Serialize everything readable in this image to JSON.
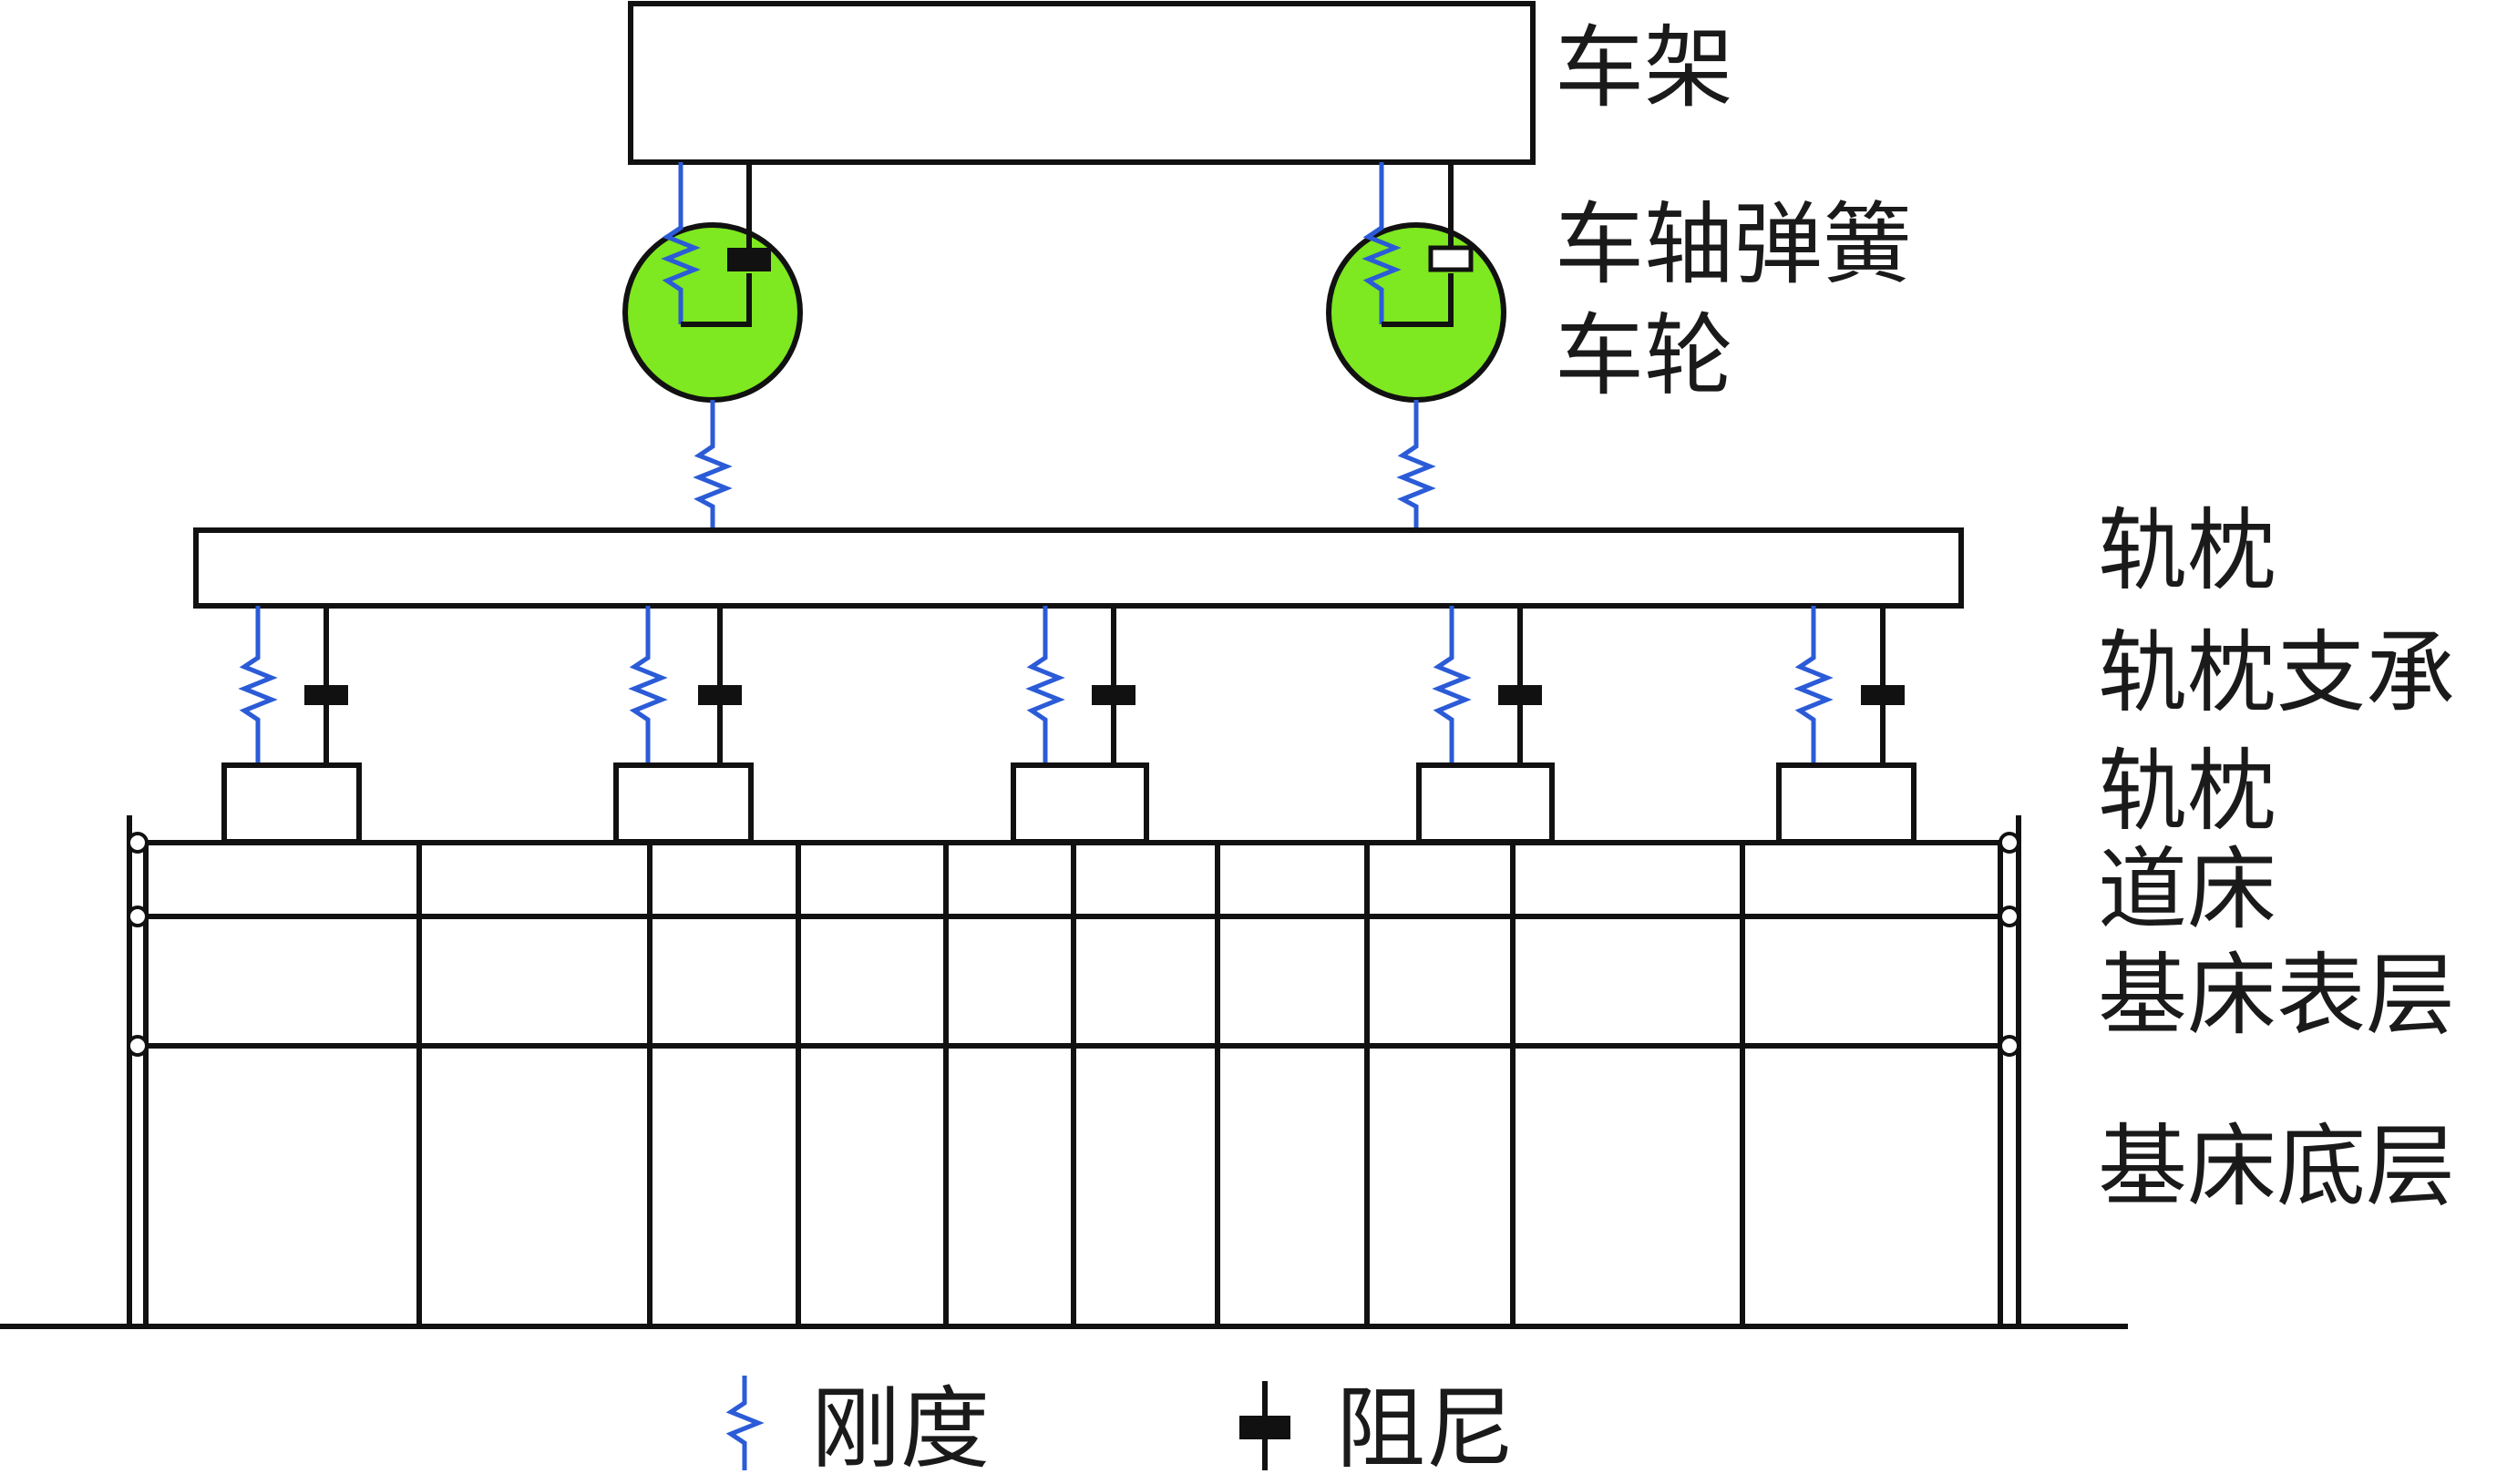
{
  "labels": {
    "frame": "车架",
    "axle_spring": "车轴弹簧",
    "wheel": "车轮",
    "rail_sleeper_top": "轨枕",
    "sleeper_support": "轨枕支承",
    "sleeper_block": "轨枕",
    "ballast": "道床",
    "subgrade_surface": "基床表层",
    "subgrade_bottom": "基床底层"
  },
  "legend": {
    "stiffness": "刚度",
    "damping": "阻尼"
  },
  "colors": {
    "wheel": "#7ee820",
    "spring": "#2b5bd7",
    "line": "#111111"
  }
}
